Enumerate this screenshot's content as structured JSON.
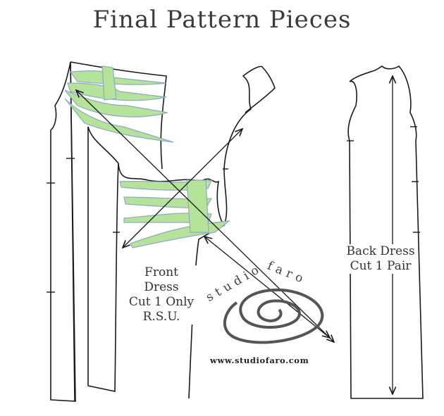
{
  "title": "Final Pattern Pieces",
  "front_piece": {
    "line1": "Front Dress",
    "line2": "Cut 1 Only",
    "line3": "R.S.U."
  },
  "back_piece": {
    "line1": "Back Dress",
    "line2": "Cut 1 Pair"
  },
  "watermark": {
    "word1": "studio",
    "word2": "faro",
    "url": "www.studiofaro.com"
  },
  "colors": {
    "outline": "#1a1a1a",
    "panel_fill": "#b5e39a",
    "panel_edge": "#8ea8c8",
    "title": "#3b3b3b"
  }
}
